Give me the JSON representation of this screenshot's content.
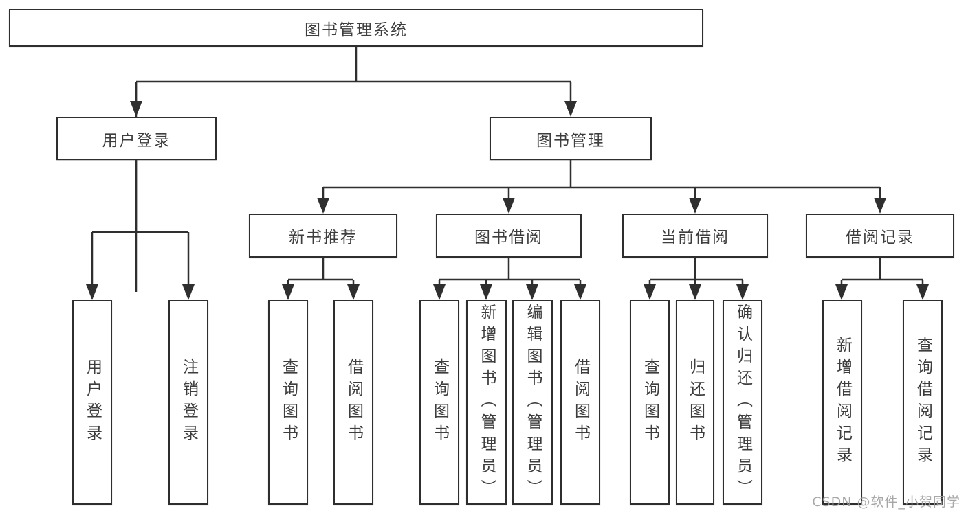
{
  "watermark": "CSDN @软件_小贺同学",
  "colors": {
    "line": "#2f2f2f",
    "box_border": "#2e2e2e",
    "text": "#3d3d3d",
    "background": "#ffffff",
    "watermark": "#9e9e9e"
  },
  "tree": {
    "root": "图书管理系统",
    "user_login": {
      "label": "用户登录",
      "children": {
        "login": "用户登录",
        "logout": "注销登录"
      }
    },
    "book_mgmt": {
      "label": "图书管理",
      "new_book_rec": {
        "label": "新书推荐",
        "children": {
          "query": "查询图书",
          "borrow": "借阅图书"
        }
      },
      "book_borrow": {
        "label": "图书借阅",
        "children": {
          "query": "查询图书",
          "add": "新增图书（管理员）",
          "edit": "编辑图书（管理员）",
          "borrow": "借阅图书"
        }
      },
      "current_borrow": {
        "label": "当前借阅",
        "children": {
          "query": "查询图书",
          "return": "归还图书",
          "confirm": "确认归还（管理员）"
        }
      },
      "borrow_record": {
        "label": "借阅记录",
        "children": {
          "add": "新增借阅记录",
          "query": "查询借阅记录"
        }
      }
    }
  }
}
